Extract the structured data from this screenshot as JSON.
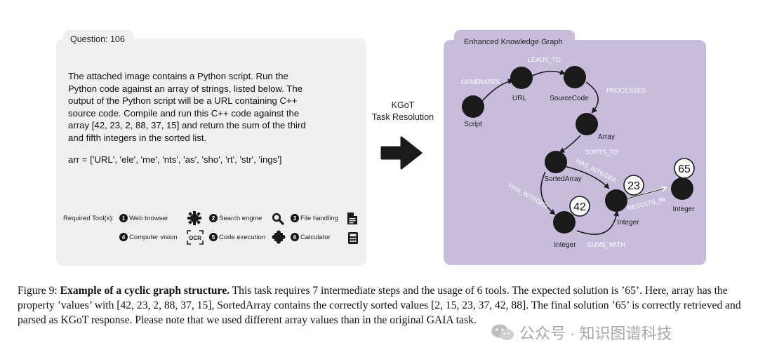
{
  "question": {
    "tab_label": "Question: 106",
    "lines": [
      "The attached image contains a Python script. Run the",
      "Python code against an array of strings, listed below. The",
      "output of the Python script will be a URL containing C++",
      "source code. Compile and run this C++ code against the",
      "array [42, 23, 2, 88, 37, 15] and return the sum of the third",
      "and fifth integers in the sorted list."
    ],
    "array_line": "arr = ['URL', 'ele', 'me', 'nts', 'as', 'sho', 'rt', 'str', 'ings']",
    "tools_label": "Required Tool(s):",
    "tools": [
      {
        "num": "1",
        "label": "Web browser",
        "icon": "gear-icon"
      },
      {
        "num": "2",
        "label": "Search engine",
        "icon": "search-icon"
      },
      {
        "num": "3",
        "label": "File handling",
        "icon": "file-icon"
      },
      {
        "num": "4",
        "label": "Computer vision",
        "icon": "ocr-icon"
      },
      {
        "num": "5",
        "label": "Code execution",
        "icon": "puzzle-icon"
      },
      {
        "num": "6",
        "label": "Calculator",
        "icon": "calculator-icon"
      }
    ],
    "ocr_text": "OCR"
  },
  "transition": {
    "line1": "KGoT",
    "line2": "Task Resolution"
  },
  "graph": {
    "title": "Enhanced Knowledge Graph",
    "nodes": [
      {
        "id": "script",
        "label": "Script"
      },
      {
        "id": "url",
        "label": "URL"
      },
      {
        "id": "source",
        "label": "SourceCode"
      },
      {
        "id": "array",
        "label": "Array"
      },
      {
        "id": "sorted",
        "label": "SortedArray"
      },
      {
        "id": "int42",
        "label": "Integer",
        "value": "42"
      },
      {
        "id": "int23",
        "label": "Integer",
        "value": "23"
      },
      {
        "id": "int65",
        "label": "Integer",
        "value": "65"
      }
    ],
    "edges": [
      {
        "from": "script",
        "to": "url",
        "label": "GENERATES"
      },
      {
        "from": "url",
        "to": "source",
        "label": "LEADS_TO"
      },
      {
        "from": "source",
        "to": "array",
        "label": "PROCESSES"
      },
      {
        "from": "array",
        "to": "sorted",
        "label": "SORTS_TO"
      },
      {
        "from": "sorted",
        "to": "int23",
        "label": "HAS_INTEGER"
      },
      {
        "from": "sorted",
        "to": "int42",
        "label": "HAS_INTEGER"
      },
      {
        "from": "int42",
        "to": "int23",
        "label": "SUMS_WITH"
      },
      {
        "from": "int23",
        "to": "int65",
        "label": "RESULTS_IN"
      }
    ]
  },
  "caption": {
    "prefix": "Figure 9: ",
    "bold": "Example of a cyclic graph structure.",
    "rest": " This task requires 7 intermediate steps and the usage of 6 tools. The expected solution is ’65’. Here, array has the property ’values’ with [42, 23, 2, 88, 37, 15], SortedArray contains the correctly sorted values [2, 15, 23, 37, 42, 88]. The final solution ’65’ is correctly retrieved and parsed as KGoT response. Please note that we used different array values than in the original GAIA task."
  },
  "watermark": {
    "text": "公众号 · 知识图谱科技"
  }
}
